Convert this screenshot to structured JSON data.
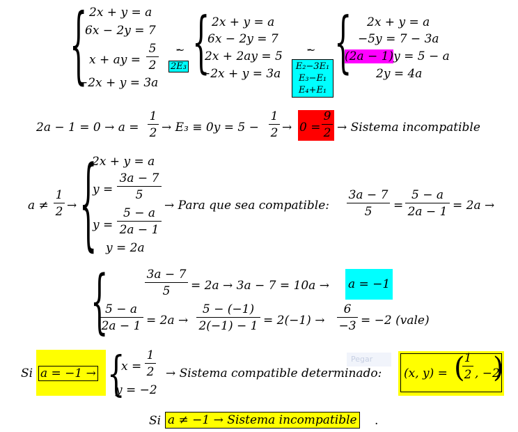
{
  "system1": {
    "eq1": "2x + y = a",
    "eq2": "6x − 2y = 7",
    "eq3_lhs": "x + ay =",
    "eq3_num": "5",
    "eq3_den": "2",
    "eq4": "−2x + y = 3a"
  },
  "step1_label": "2E₃",
  "system2": {
    "eq1": "2x + y = a",
    "eq2": "6x − 2y = 7",
    "eq3": "2x + 2ay = 5",
    "eq4": "−2x + y = 3a"
  },
  "step2_labels": [
    "E₂−3E₁",
    "E₃−E₁",
    "E₄+E₁"
  ],
  "system3": {
    "eq1": "2x + y = a",
    "eq2": "−5y = 7 − 3a",
    "eq3_hl": "(2a − 1)",
    "eq3_rest": "y = 5 − a",
    "eq4": "2y = 4a"
  },
  "line2": {
    "part1": "2a − 1 = 0 → a =",
    "f1_num": "1",
    "f1_den": "2",
    "part2": "→ E₃ ≡ 0y = 5 −",
    "f2_num": "1",
    "f2_den": "2",
    "arrow": "→",
    "red_lhs": "0 =",
    "red_num": "9",
    "red_den": "2",
    "part3": "→ Sistema incompatible"
  },
  "line3": {
    "prefix": "a ≠",
    "f_num": "1",
    "f_den": "2",
    "arrow": "→",
    "eq1": "2x + y = a",
    "y1_lhs": "y =",
    "y1_num": "3a − 7",
    "y1_den": "5",
    "y2_lhs": "y =",
    "y2_num": "5 − a",
    "y2_den": "2a − 1",
    "eq4": "y = 2a",
    "text": "→ Para que sea compatible:",
    "c_num1": "3a − 7",
    "c_den1": "5",
    "eq_sign": "=",
    "c_num2": "5 − a",
    "c_den2": "2a − 1",
    "tail": "= 2a →"
  },
  "line4": {
    "r1_num": "3a − 7",
    "r1_den": "5",
    "r1_text": "= 2a → 3a − 7 = 10a →",
    "r1_hl": "a = −1",
    "r2_num": "5 − a",
    "r2_den": "2a − 1",
    "r2_mid": "= 2a →",
    "r2_num2": "5 − (−1)",
    "r2_den2": "2(−1) − 1",
    "r2_mid2": "= 2(−1) →",
    "r2_num3": "6",
    "r2_den3": "−3",
    "r2_tail": "= −2 (vale)"
  },
  "line5": {
    "si": "Si",
    "cond": "a = −1 →",
    "x_lhs": "x =",
    "x_num": "1",
    "x_den": "2",
    "y_eq": "y = −2",
    "text": "→ Sistema compatible determinado:",
    "sol_lhs": "(x, y) =",
    "sol_num": "1",
    "sol_den": "2",
    "sol_tail": ", −2",
    "ghost": "Pegar"
  },
  "line6": {
    "si": "Si",
    "boxed": "a ≠ −1 → Sistema incompatible",
    "dot": "."
  }
}
